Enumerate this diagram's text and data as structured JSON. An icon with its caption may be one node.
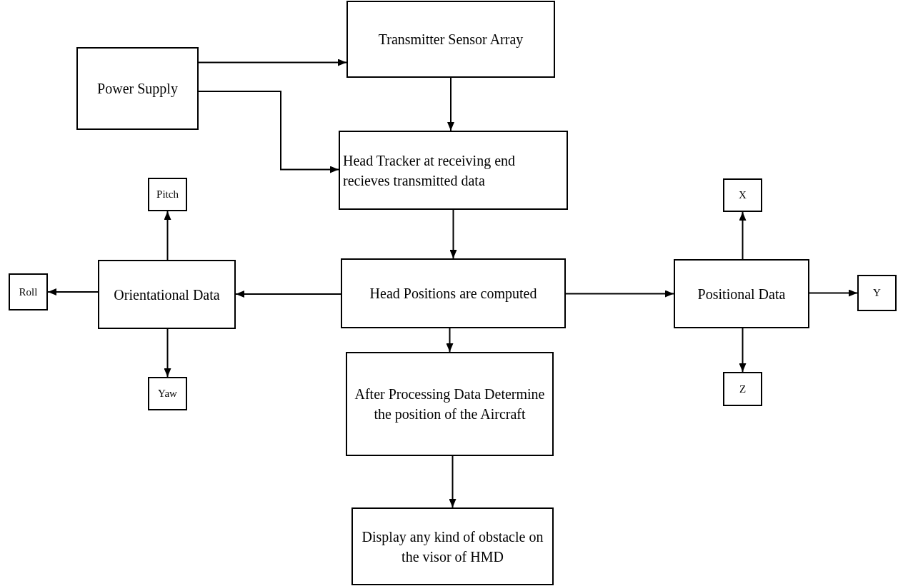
{
  "diagram": {
    "nodes": [
      {
        "text": [
          "Power Supply"
        ]
      },
      {
        "text": [
          "Transmitter Sensor Array"
        ]
      },
      {
        "text": [
          "Head Tracker at receiving end recieves transmitted data"
        ]
      },
      {
        "text": [
          "Pitch"
        ]
      },
      {
        "text": [
          "Roll"
        ]
      },
      {
        "text": [
          "Orientational Data"
        ]
      },
      {
        "text": [
          "Head Positions are computed"
        ]
      },
      {
        "text": [
          "Yaw"
        ]
      },
      {
        "text": [
          "X"
        ]
      },
      {
        "text": [
          "Positional Data"
        ]
      },
      {
        "text": [
          "Y"
        ]
      },
      {
        "text": [
          "Z"
        ]
      },
      {
        "text": [
          "After Processing Data Determine the position of the Aircraft"
        ]
      },
      {
        "text": [
          "Display any kind of obstacle on the visor of HMD"
        ]
      }
    ],
    "edges": [
      {
        "from": 0,
        "to": 1,
        "arrow": "to"
      },
      {
        "from": 0,
        "to": 2,
        "arrow": "to"
      },
      {
        "from": 1,
        "to": 2,
        "arrow": "to"
      },
      {
        "from": 2,
        "to": 6,
        "arrow": "to"
      },
      {
        "from": 6,
        "to": 5,
        "arrow": "to"
      },
      {
        "from": 6,
        "to": 9,
        "arrow": "to"
      },
      {
        "from": 6,
        "to": 12,
        "arrow": "to"
      },
      {
        "from": 12,
        "to": 13,
        "arrow": "to"
      },
      {
        "from": 5,
        "to": 3,
        "arrow": "to"
      },
      {
        "from": 5,
        "to": 4,
        "arrow": "to"
      },
      {
        "from": 5,
        "to": 7,
        "arrow": "to"
      },
      {
        "from": 9,
        "to": 8,
        "arrow": "to"
      },
      {
        "from": 9,
        "to": 10,
        "arrow": "to"
      },
      {
        "from": 9,
        "to": 11,
        "arrow": "to"
      }
    ]
  }
}
